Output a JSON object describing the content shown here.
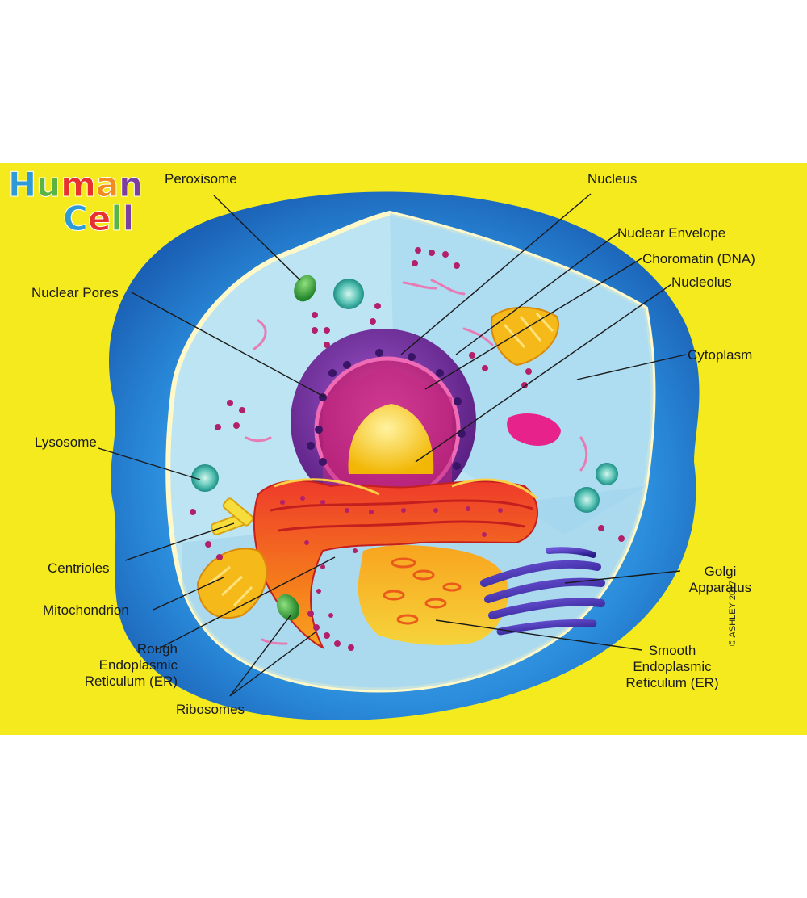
{
  "title": {
    "word1": "Human",
    "word2": "Cell",
    "letter_colors": [
      "#2e9bd6",
      "#59b443",
      "#e8312f",
      "#f28c1e",
      "#7a3fa0",
      "#2e9bd6",
      "#e8312f",
      "#59b443",
      "#7a3fa0"
    ]
  },
  "labels": {
    "peroxisome": "Peroxisome",
    "nuclear_pores": "Nuclear Pores",
    "lysosome": "Lysosome",
    "centrioles": "Centrioles",
    "mitochondrion": "Mitochondrion",
    "rough_er_line1": "Rough",
    "rough_er_line2": "Endoplasmic",
    "rough_er_line3": "Reticulum (ER)",
    "ribosomes": "Ribosomes",
    "nucleus": "Nucleus",
    "nuclear_envelope": "Nuclear Envelope",
    "chromatin": "Choromatin (DNA)",
    "nucleolus": "Nucleolus",
    "cytoplasm": "Cytoplasm",
    "golgi_line1": "Golgi",
    "golgi_line2": "Apparatus",
    "smooth_er_line1": "Smooth",
    "smooth_er_line2": "Endoplasmic",
    "smooth_er_line3": "Reticulum (ER)"
  },
  "copyright": "© ASHLEY 2017",
  "colors": {
    "background": "#f5ea1e",
    "outer_cell": "#1e7fd0",
    "cytoplasm": "#bde4f3",
    "membrane": "#fff8c8",
    "nucleus_outer": "#6a2c8f",
    "nuclear_envelope": "#e0278f",
    "nucleolus": "#f5c518",
    "rough_er": "#f26a1b",
    "smooth_er": "#f5b71c",
    "golgi": "#3d2fa8",
    "lysosome": "#2aa79b",
    "peroxisome": "#3aa13a",
    "ribosome": "#b3206a",
    "mitochondrion": "#f5b91a"
  }
}
